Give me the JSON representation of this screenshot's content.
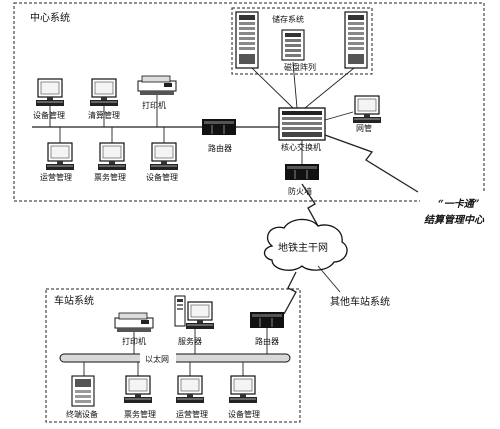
{
  "center_zone": {
    "title": "中心系统",
    "storage_system": "储存系统",
    "disk_array": "磁盘阵列",
    "pc_device_mgmt_top": "设备管理",
    "pc_clearing_mgmt": "清算管理",
    "printer": "打印机",
    "router": "路由器",
    "pc_ops_mgmt": "运营管理",
    "pc_ticket_mgmt": "票务管理",
    "pc_device_mgmt_bottom": "设备管理",
    "core_switch": "核心交换机",
    "net_mgmt": "网管",
    "firewall": "防火墙"
  },
  "wan": {
    "backbone": "地铁主干网",
    "other_stations": "其他车站系统",
    "card_center_line1": "“一卡通”",
    "card_center_line2": "结算管理中心"
  },
  "station_zone": {
    "title": "车站系统",
    "printer": "打印机",
    "server": "服务器",
    "router": "路由器",
    "ethernet": "以太网",
    "terminal": "终端设备",
    "ticket_mgmt": "票务管理",
    "ops_mgmt": "运营管理",
    "device_mgmt": "设备管理"
  }
}
